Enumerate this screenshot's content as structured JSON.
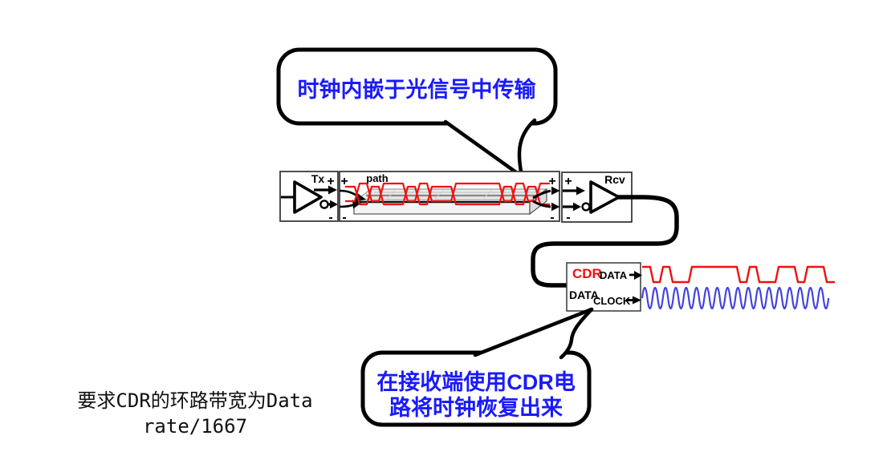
{
  "top_callout": {
    "text": "时钟内嵌于光信号中传输"
  },
  "bottom_callout": {
    "line1": "在接收端使用CDR电",
    "line2": "路将时钟恢复出来"
  },
  "caption": {
    "line1": "要求CDR的环路带宽为Data",
    "line2": "rate/1667"
  },
  "tx": {
    "label": "Tx"
  },
  "path_block": {
    "label": "path"
  },
  "rcv": {
    "label": "Rcv"
  },
  "cdr": {
    "title": "CDR",
    "input_label": "DATA",
    "data_out_label": "DATA",
    "clock_out_label": "CLOCK"
  },
  "labels": {
    "plus": "+",
    "minus": "-"
  },
  "colors": {
    "callout_text": "#1a1aff",
    "signal_red": "#f01010",
    "clock_blue": "#4444dd",
    "cdr_red": "#f01010",
    "box_border": "#3a3a3a",
    "ink": "#000000"
  },
  "waveforms": {
    "path_bits": [
      0,
      1,
      0,
      1,
      1,
      0,
      1,
      0,
      0,
      1,
      1,
      1,
      1,
      0,
      1,
      0,
      1
    ],
    "recovered_data_bits": [
      1,
      0,
      1,
      0,
      0,
      1,
      1,
      1,
      1,
      1,
      0,
      1,
      0,
      0,
      1,
      1,
      0,
      1,
      1,
      0
    ],
    "clock_cycles": 18
  }
}
